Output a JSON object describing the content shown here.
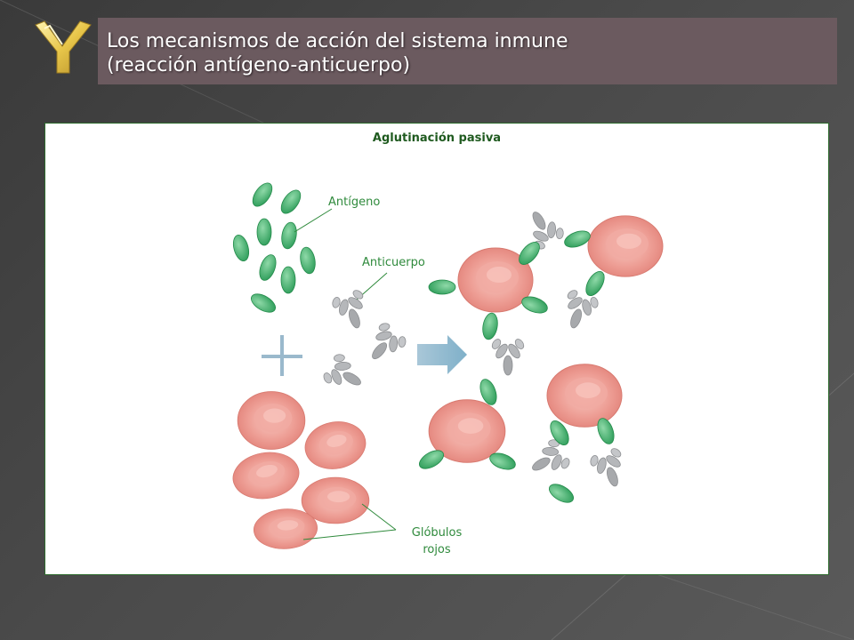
{
  "slide": {
    "title_line1": "Los mecanismos de acción del sistema inmune",
    "title_line2": "(reacción antígeno-anticuerpo)"
  },
  "diagram": {
    "title": "Aglutinación pasiva",
    "labels": {
      "antigen": "Antígeno",
      "antibody": "Anticuerpo",
      "rbc_line1": "Glóbulos",
      "rbc_line2": "rojos"
    }
  },
  "colors": {
    "antigen": "#2f9e5b",
    "red_cell": "#e8928a",
    "antibody": "#a7a9ac",
    "arrow": "#8fb8cf",
    "label": "#2f8a3c",
    "title_band": "#6b5a5f"
  }
}
